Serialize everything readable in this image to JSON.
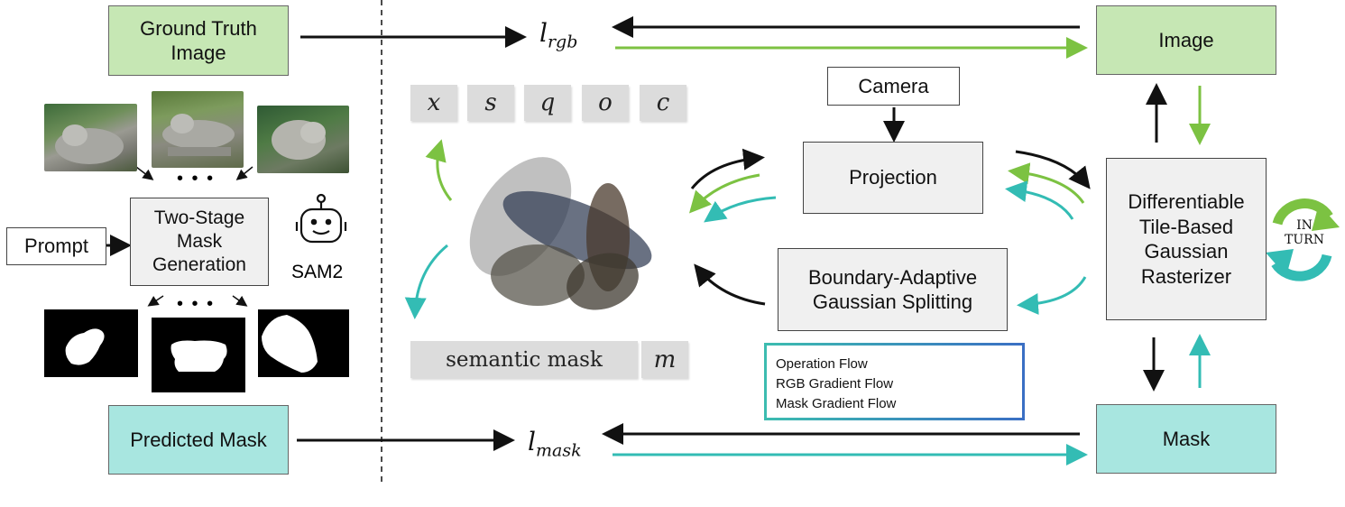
{
  "boxes": {
    "gt_image": "Ground Truth\nImage",
    "prompt": "Prompt",
    "two_stage": "Two-Stage\nMask\nGeneration",
    "sam2": "SAM2",
    "predicted_mask": "Predicted Mask",
    "image": "Image",
    "camera": "Camera",
    "projection": "Projection",
    "rasterizer": "Differentiable\nTile-Based\nGaussian\nRasterizer",
    "splitting": "Boundary-Adaptive\nGaussian Splitting",
    "mask": "Mask"
  },
  "losses": {
    "rgb_base": "l",
    "rgb_sub": "rgb",
    "mask_base": "l",
    "mask_sub": "mask"
  },
  "attributes": [
    "x",
    "s",
    "q",
    "o",
    "c"
  ],
  "semantic": {
    "label": "semantic mask",
    "symbol": "m"
  },
  "dots": "• • •",
  "turn": {
    "line1": "IN",
    "line2": "TURN"
  },
  "legend": {
    "operation": "Operation Flow",
    "rgb": "RGB Gradient Flow",
    "mask": "Mask Gradient Flow"
  },
  "colors": {
    "operation": "#111111",
    "rgb": "#7cc242",
    "mask": "#33bcb4",
    "green_box": "#c6e7b4",
    "teal_box": "#a8e6e0"
  }
}
